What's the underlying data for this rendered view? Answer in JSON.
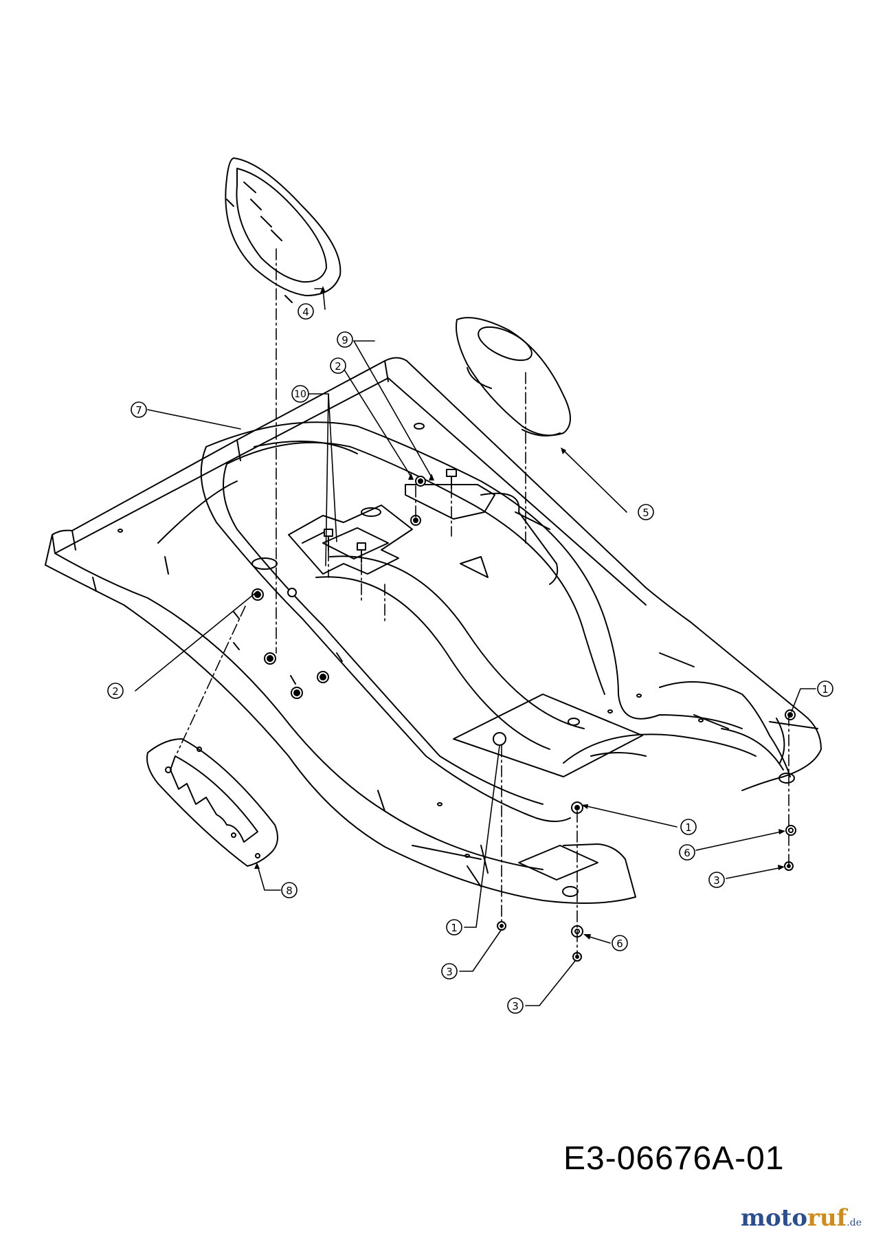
{
  "diagram": {
    "part_code": "E3-06676A-01",
    "watermark": {
      "brand_start": "moto",
      "brand_highlight": "ruf",
      "brand_end": "",
      "tld": ".de"
    },
    "callouts": [
      {
        "id": "c4",
        "label": "4"
      },
      {
        "id": "c9",
        "label": "9"
      },
      {
        "id": "c2a",
        "label": "2"
      },
      {
        "id": "c10",
        "label": "10"
      },
      {
        "id": "c7",
        "label": "7"
      },
      {
        "id": "c5",
        "label": "5"
      },
      {
        "id": "c2b",
        "label": "2"
      },
      {
        "id": "c1a",
        "label": "1"
      },
      {
        "id": "c1b",
        "label": "1"
      },
      {
        "id": "c6a",
        "label": "6"
      },
      {
        "id": "c3a",
        "label": "3"
      },
      {
        "id": "c8",
        "label": "8"
      },
      {
        "id": "c1c",
        "label": "1"
      },
      {
        "id": "c6b",
        "label": "6"
      },
      {
        "id": "c3b",
        "label": "3"
      },
      {
        "id": "c3c",
        "label": "3"
      }
    ]
  }
}
